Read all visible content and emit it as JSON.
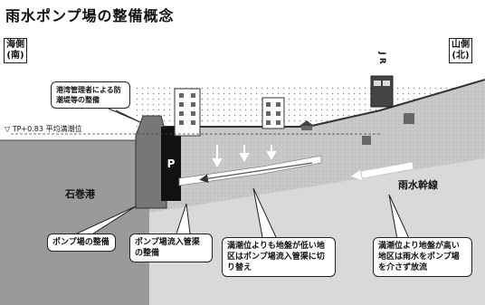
{
  "title": "雨水ポンプ場の整備概念",
  "directions": {
    "south": {
      "line1": "海側",
      "line2": "(南)"
    },
    "north": {
      "line1": "山側",
      "line2": "(北)"
    }
  },
  "labels": {
    "tide_level": "▽ TP+0.83 平均満潮位",
    "pump_mark": "P",
    "jr_mark": "J R",
    "bay": "石巻港",
    "trunk_line": "雨水幹線"
  },
  "callouts": {
    "seawall": "港湾管理者による防潮堤等の整備",
    "pump_station": "ポンプ場の整備",
    "inflow_pipe": "ポンプ場流入管渠の整備",
    "switch_low": "満潮位よりも地盤が低い地区はポンプ場流入管渠に切り替え",
    "direct_high": "満潮位より地盤が高い地区は雨水をポンプ場を介さず放流"
  }
}
